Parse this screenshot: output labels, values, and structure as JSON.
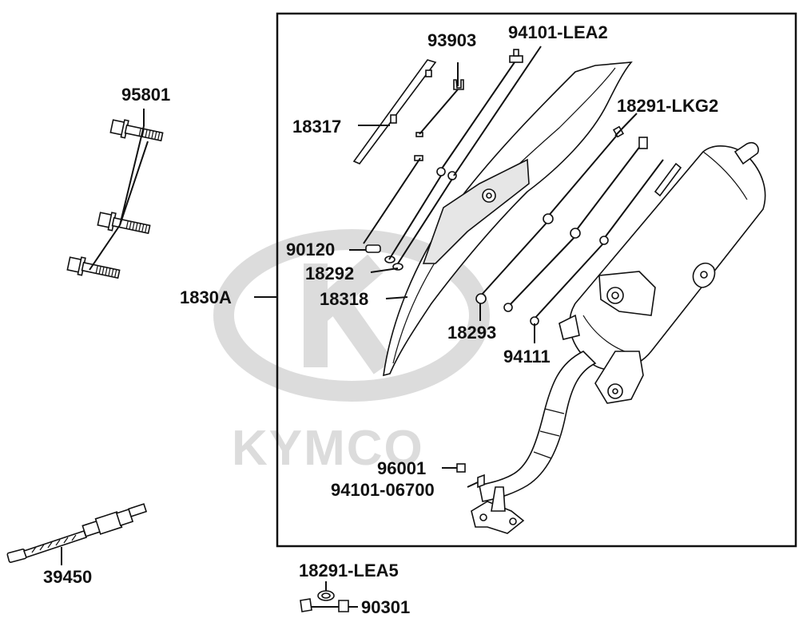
{
  "watermark": {
    "brand_text": "KYMCO"
  },
  "labels": {
    "p95801": "95801",
    "p93903": "93903",
    "p94101_lea2": "94101-LEA2",
    "p18317": "18317",
    "p18291_lkg2": "18291-LKG2",
    "p90120": "90120",
    "p18292": "18292",
    "p1830a": "1830A",
    "p18318": "18318",
    "p18293": "18293",
    "p94111": "94111",
    "p96001": "96001",
    "p94101_06700": "94101-06700",
    "p39450": "39450",
    "p18291_lea5": "18291-LEA5",
    "p90301": "90301"
  },
  "colors": {
    "line": "#111111",
    "watermark": "#dcdcdc",
    "background": "#ffffff"
  }
}
